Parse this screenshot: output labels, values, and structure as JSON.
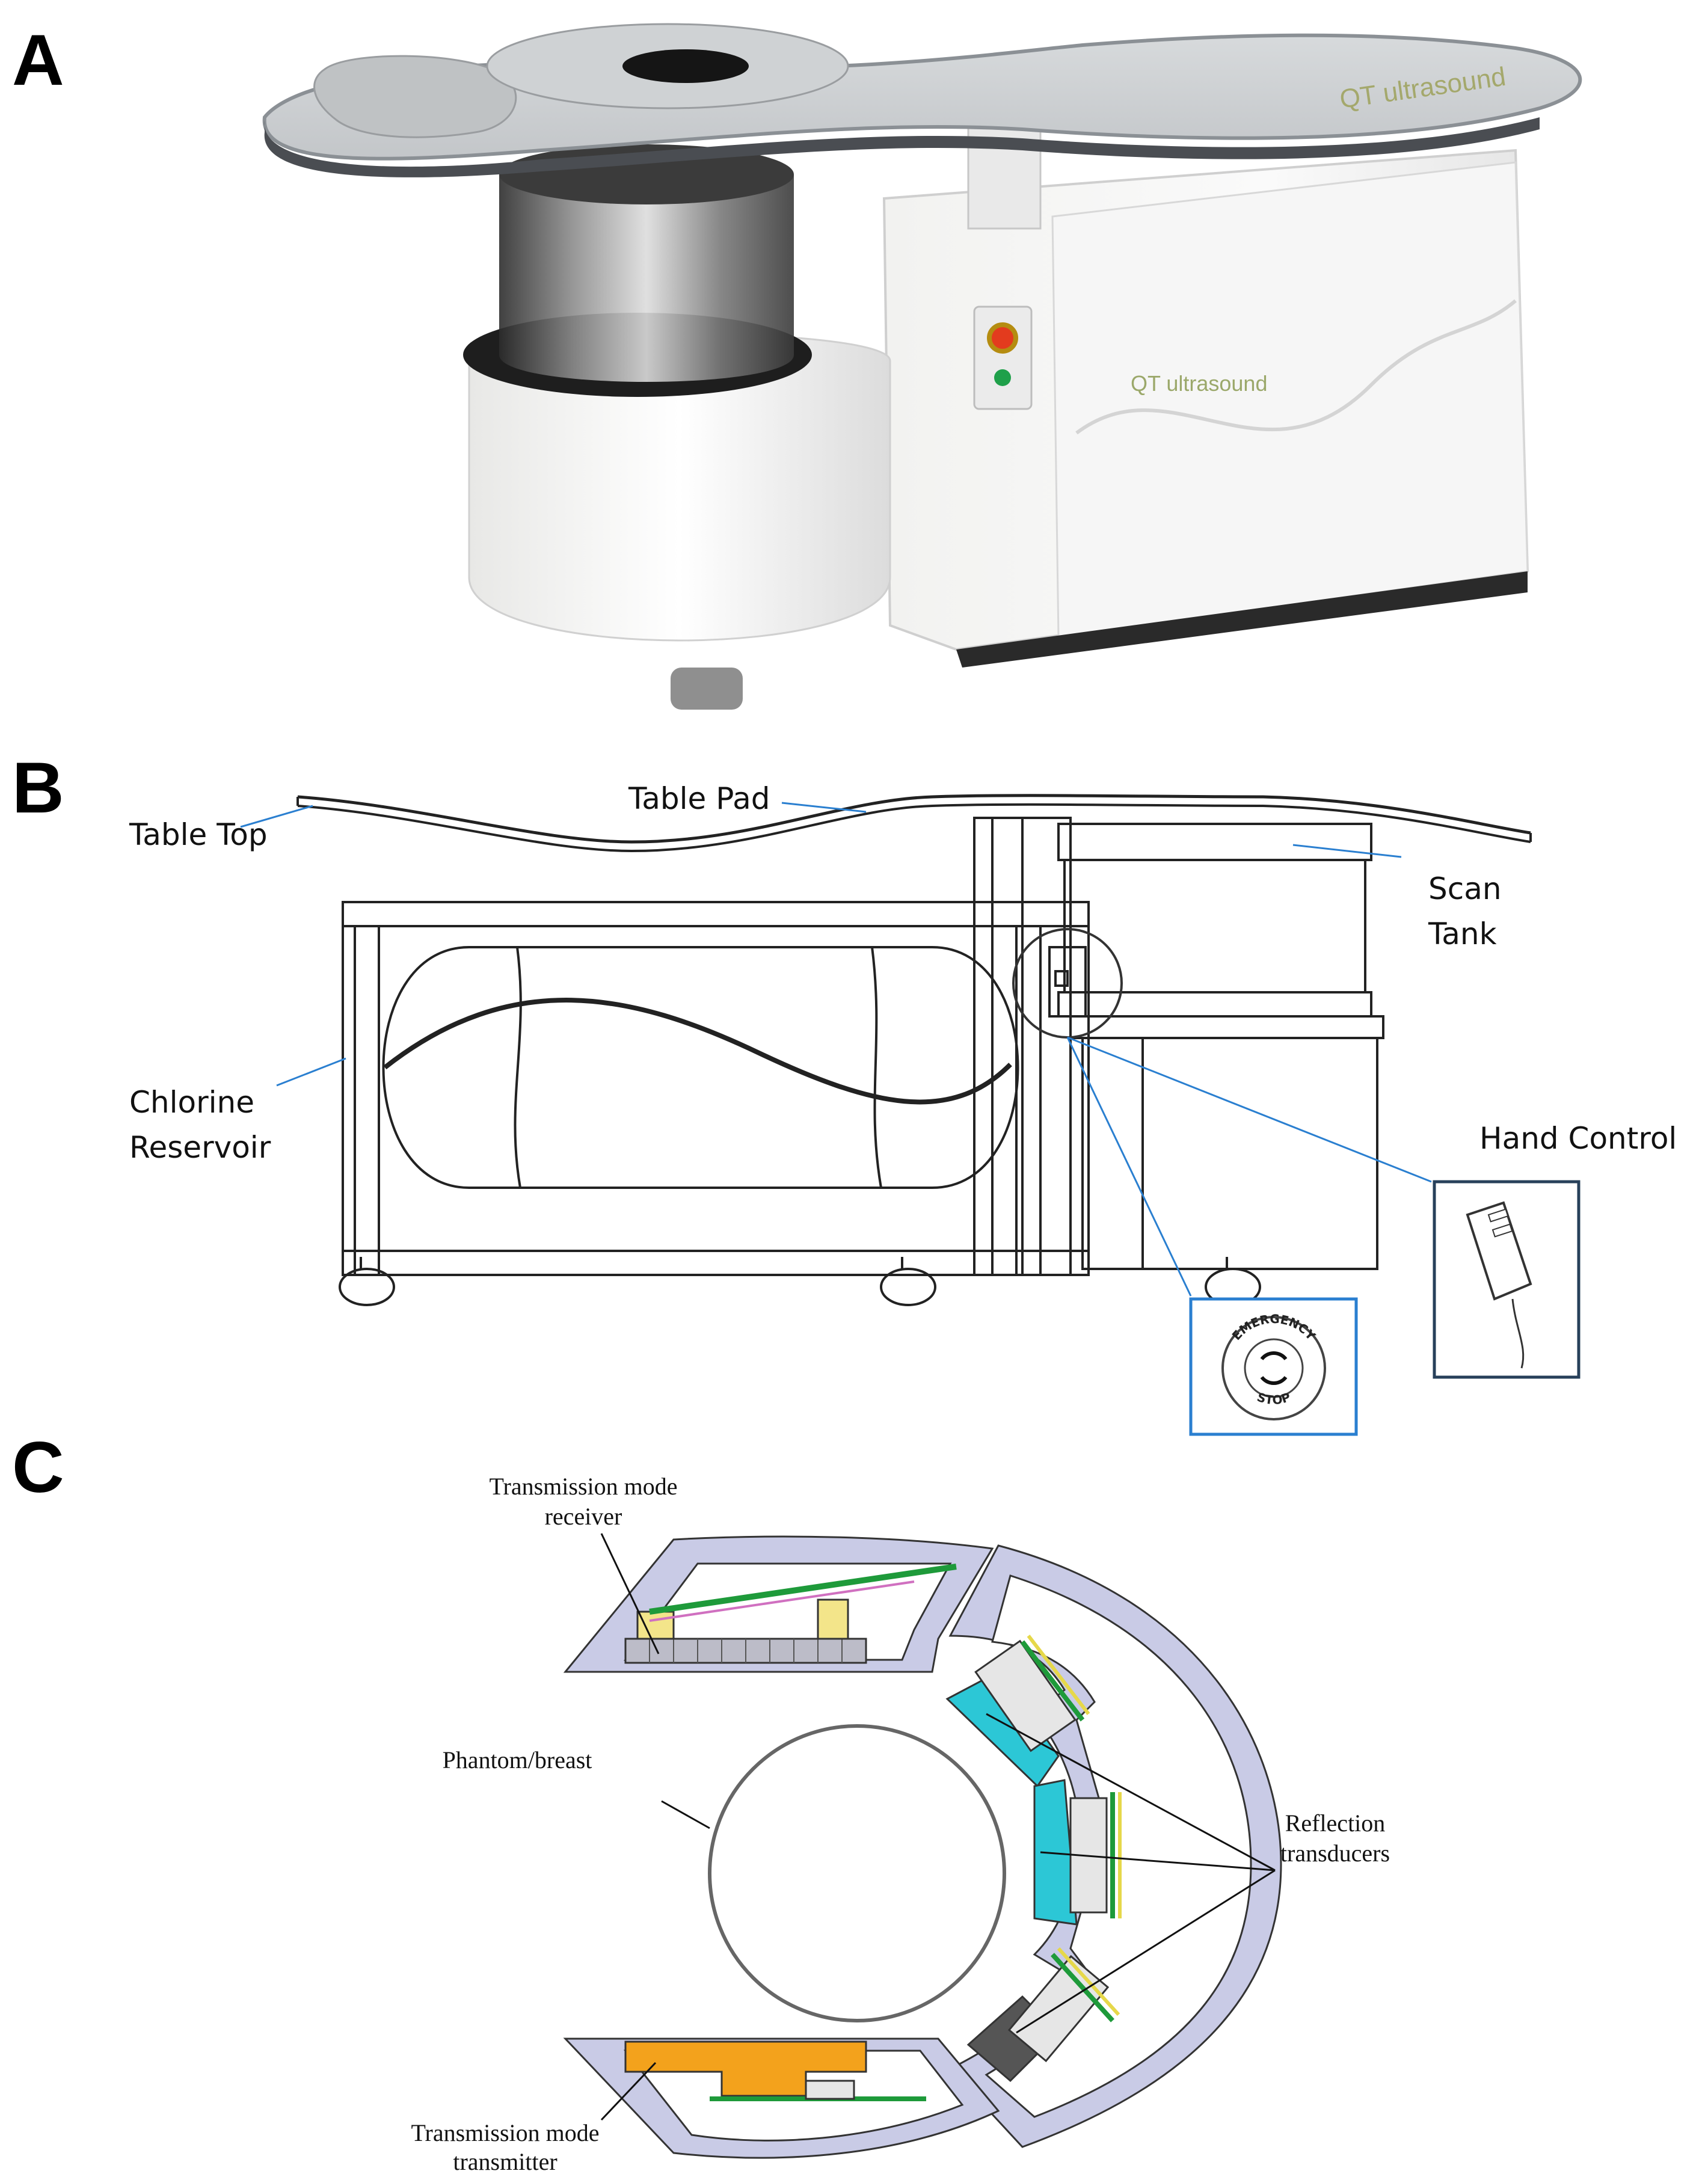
{
  "panels": {
    "a": {
      "letter": "A",
      "brand_table": "QT ultrasound",
      "brand_body": "QT ultrasound"
    },
    "b": {
      "letter": "B",
      "labels": {
        "table_top": "Table Top",
        "table_pad": "Table Pad",
        "scan_line1": "Scan",
        "scan_line2": "Tank",
        "chlorine_line1": "Chlorine",
        "chlorine_line2": "Reservoir",
        "hand_control": "Hand Control"
      },
      "emergency_top": "EMERGENCY",
      "emergency_bottom": "STOP"
    },
    "c": {
      "letter": "C",
      "labels": {
        "tx_receiver_line1": "Transmission mode",
        "tx_receiver_line2": "receiver",
        "phantom": "Phantom/breast",
        "reflection_line1": "Reflection",
        "reflection_line2": "transducers",
        "tx_transmitter_line1": "Transmission mode",
        "tx_transmitter_line2": "transmitter"
      }
    }
  },
  "colors": {
    "frame": "#c9cbe6",
    "receiver_yellow": "#f3e58a",
    "pcb_green": "#1e9a3a",
    "reflector_cyan": "#2cc7d6",
    "reflector_dark": "#555555",
    "transmitter_orange": "#f3a21c",
    "callout_blue": "#2a7fd0"
  }
}
